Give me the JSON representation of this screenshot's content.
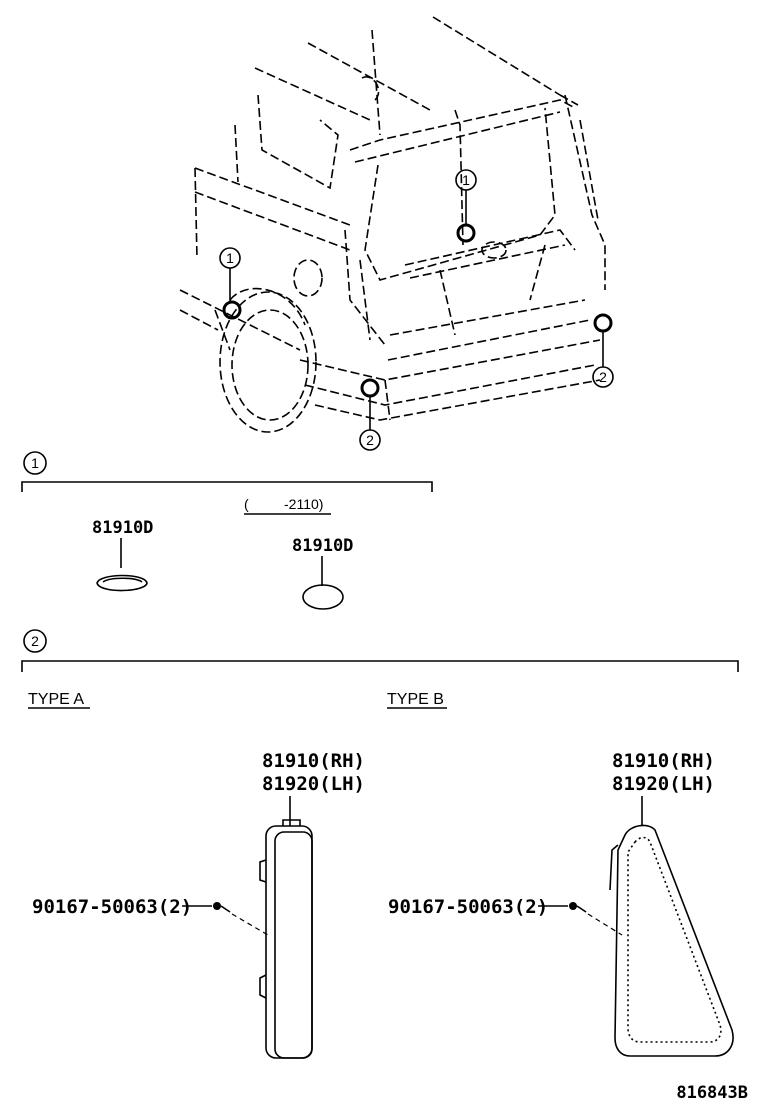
{
  "callouts": {
    "one": "1",
    "two": "2"
  },
  "section1": {
    "part_left": "81910D",
    "range_open": "(",
    "range_value": "-2110)",
    "part_right": "81910D"
  },
  "section2": {
    "type_a": {
      "label": "TYPE A",
      "part_rh": "81910(RH)",
      "part_lh": "81920(LH)",
      "screw": "90167-50063(2)"
    },
    "type_b": {
      "label": "TYPE B",
      "part_rh": "81910(RH)",
      "part_lh": "81920(LH)",
      "screw": "90167-50063(2)"
    }
  },
  "illustration_id": "816843B"
}
